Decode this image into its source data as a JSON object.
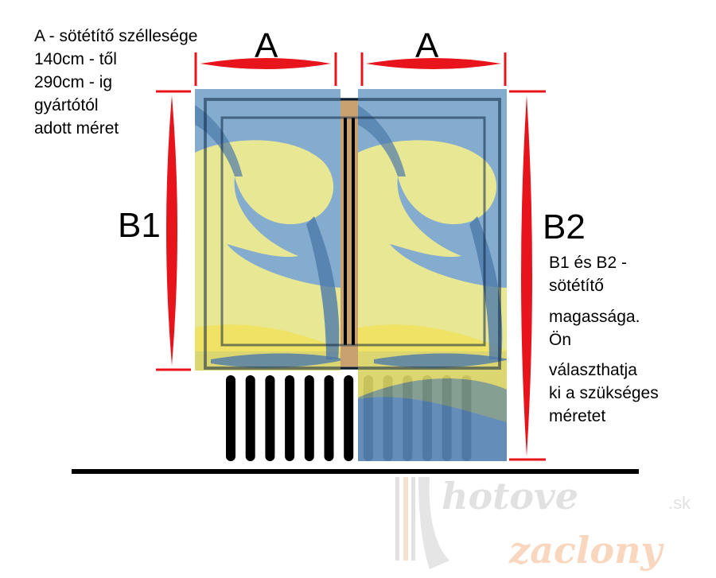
{
  "labels": {
    "a_left": "A",
    "a_right": "A",
    "b1": "B1",
    "b2": "B2"
  },
  "width_note": {
    "lines": [
      "A - sötétítő széllesége",
      "140cm - től",
      "290cm - ig",
      "gyártótól",
      "adott méret"
    ]
  },
  "height_note": {
    "lines": [
      "B1 és B2 -",
      "sötétítő",
      "magassága.",
      "Ön",
      "választhatja",
      "ki a szükséges",
      "méretet"
    ]
  },
  "watermark": {
    "line1": "hotove",
    "line2": "zaclony",
    "suffix": ".sk"
  },
  "colors": {
    "arrow": "#e8141b",
    "curtain_blue": "#7aa6cc",
    "curtain_yellow": "#e6e58c",
    "mullion": "#c9a06f"
  }
}
